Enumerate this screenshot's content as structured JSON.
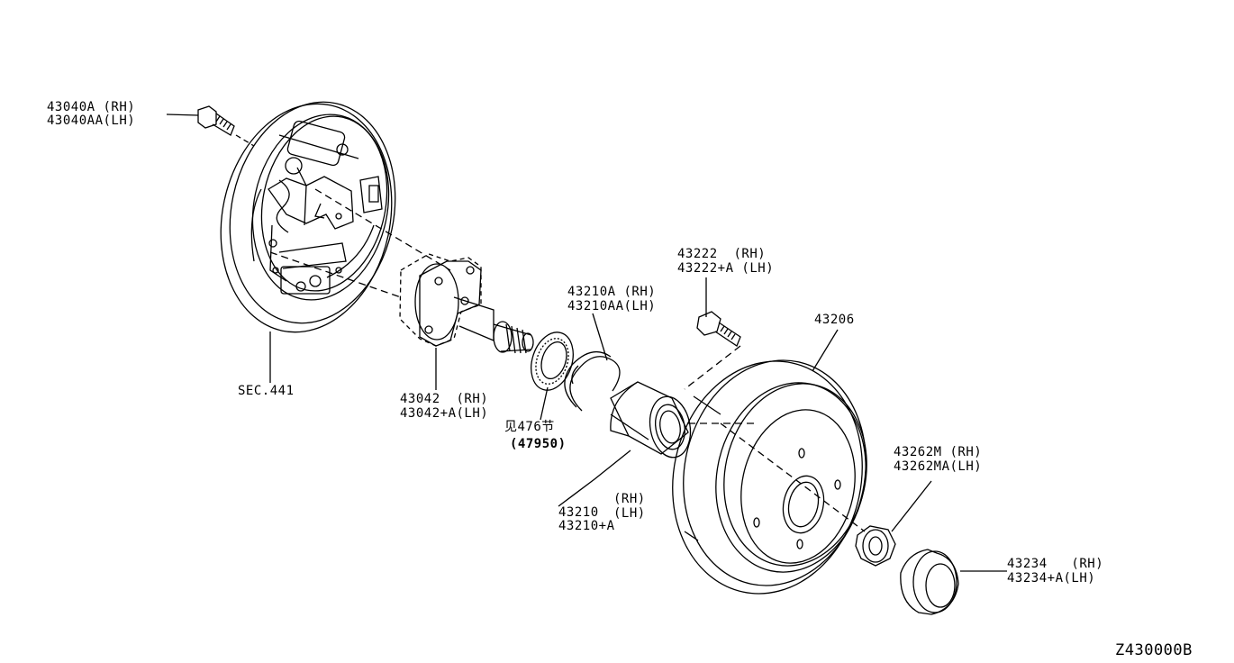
{
  "diagram_id": "Z430000B",
  "labels": {
    "bolt_rh": "43040A (RH)",
    "bolt_lh": "43040AA(LH)",
    "sec": "SEC.441",
    "spindle_rh": "43042  (RH)",
    "spindle_lh": "43042+A(LH)",
    "sensor_ring_a": "见476节",
    "sensor_ring_b": "(47950)",
    "snap_rh": "43210A (RH)",
    "snap_lh": "43210AA(LH)",
    "bearing_a": "43210",
    "bearing_rh": "(RH)",
    "bearing_lh": "(LH)",
    "bearing_b": "43210+A",
    "stud_rh": "43222  (RH)",
    "stud_lh": "43222+A (LH)",
    "drum": "43206",
    "nut_rh": "43262M (RH)",
    "nut_lh": "43262MA(LH)",
    "cap_rh": "43234   (RH)",
    "cap_lh": "43234+A(LH)"
  },
  "colors": {
    "line": "#000000",
    "background": "#ffffff"
  }
}
